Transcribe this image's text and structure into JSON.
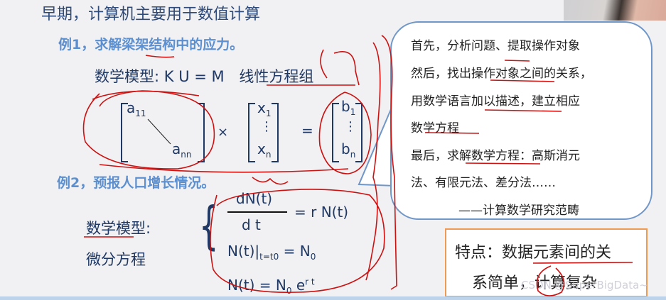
{
  "slide": {
    "title": "早期，计算机主要用于数值计算",
    "example1": {
      "heading": "例1，求解梁架结构中的应力。",
      "model_label": "数学模型: ",
      "model_equation": "K U = M",
      "model_type": "线性方程组",
      "matrix_a_top": "a",
      "matrix_a_top_sub": "11",
      "matrix_a_bottom": "a",
      "matrix_a_bottom_sub": "nn",
      "times": "×",
      "vector_x_top": "x",
      "vector_x_top_sub": "1",
      "vector_x_dots": "⋮",
      "vector_x_bottom": "x",
      "vector_x_bottom_sub": "n",
      "equals": "=",
      "vector_b_top": "b",
      "vector_b_top_sub": "1",
      "vector_b_dots": "⋮",
      "vector_b_bottom": "b",
      "vector_b_bottom_sub": "n"
    },
    "example2": {
      "heading": "例2，预报人口增长情况。",
      "model_label": "数学模型:",
      "model_type": "微分方程",
      "eq1_numerator": "dN(t)",
      "eq1_denominator": "d t",
      "eq1_rhs": "= r N(t)",
      "eq2_lhs": "N(t)|",
      "eq2_sub": "t=t0",
      "eq2_rhs": "=  N",
      "eq2_rhs_sub": "0",
      "eq3_lhs": "N(t)  =  N",
      "eq3_sub": "0",
      "eq3_e": " e",
      "eq3_sup": "r t"
    },
    "callout": {
      "lines": [
        "首先，分析问题、提取操作对象",
        "然后，找出操作对象之间的关系，",
        "用数学语言加以描述，建立相应",
        "数学方程",
        "最后，求解数学方程：高斯消元",
        "法、有限元法、差分法……",
        "——计算数学研究范畴"
      ]
    },
    "feature_box": {
      "line1": "特点：数据元素间的关",
      "line2": "系简单，计算复杂"
    },
    "watermark": "CSDN @SuperBigData~"
  },
  "colors": {
    "title": "#2e4a7a",
    "heading_blue": "#5b8fd0",
    "math_navy": "#1f3864",
    "callout_border": "#6f96c8",
    "feature_border": "#ee9a52",
    "annotation_red": "#cc1111"
  }
}
